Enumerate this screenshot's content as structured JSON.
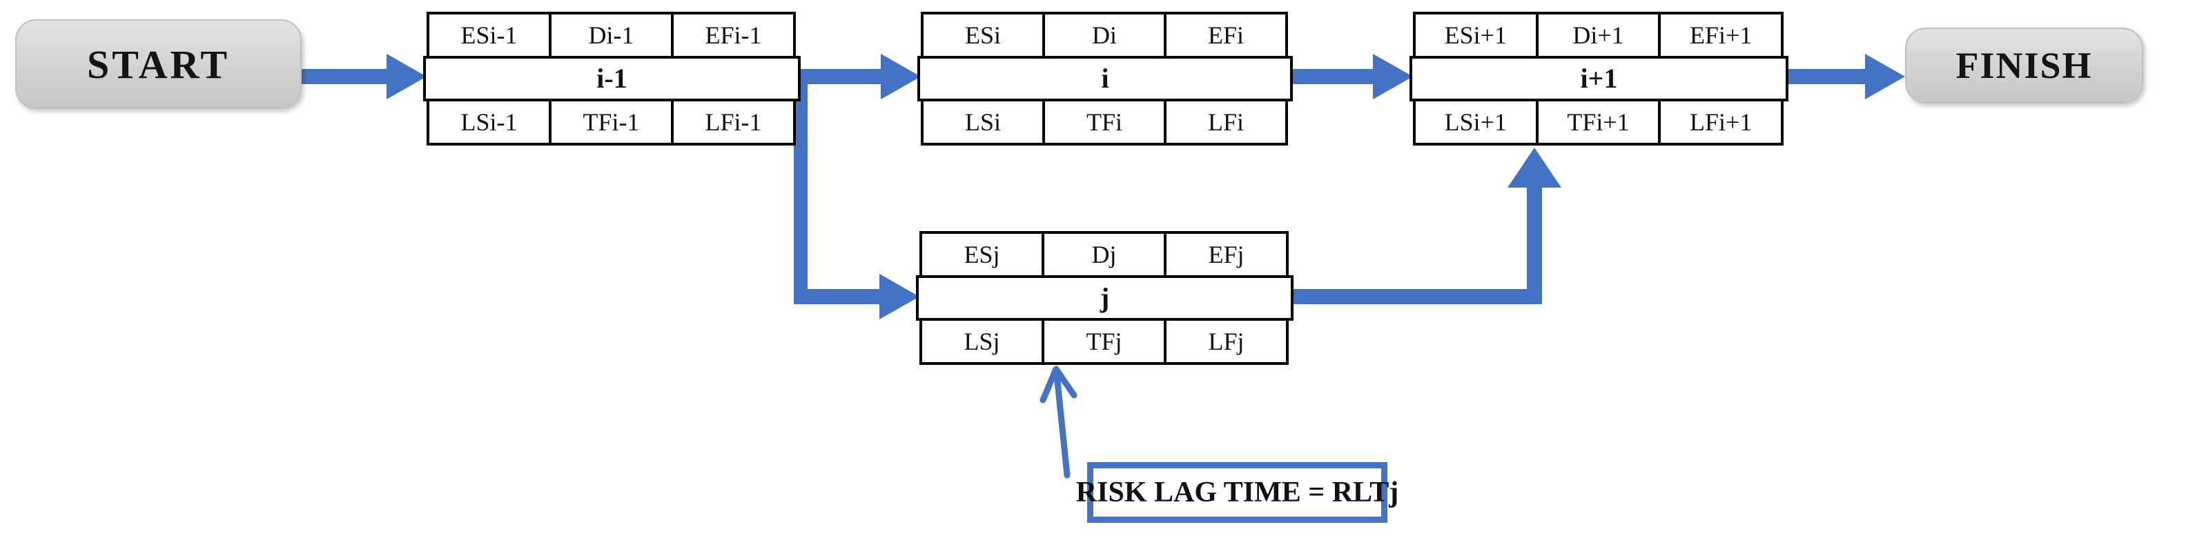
{
  "nodes": {
    "start": {
      "label": "START"
    },
    "finish": {
      "label": "FINISH"
    },
    "prev": {
      "top": [
        "ESi-1",
        "Di-1",
        "EFi-1"
      ],
      "middle": "i-1",
      "bottom": [
        "LSi-1",
        "TFi-1",
        "LFi-1"
      ]
    },
    "i": {
      "top": [
        "ESi",
        "Di",
        "EFi"
      ],
      "middle": "i",
      "bottom": [
        "LSi",
        "TFi",
        "LFi"
      ]
    },
    "j": {
      "top": [
        "ESj",
        "Dj",
        "EFj"
      ],
      "middle": "j",
      "bottom": [
        "LSj",
        "TFj",
        "LFj"
      ]
    },
    "next": {
      "top": [
        "ESi+1",
        "Di+1",
        "EFi+1"
      ],
      "middle": "i+1",
      "bottom": [
        "LSi+1",
        "TFi+1",
        "LFi+1"
      ]
    }
  },
  "annotation": {
    "risk_lag_label": "RISK LAG TIME = RLTj"
  },
  "edges": [
    {
      "from": "START",
      "to": "i-1"
    },
    {
      "from": "i-1",
      "to": "i"
    },
    {
      "from": "i-1",
      "to": "j"
    },
    {
      "from": "i",
      "to": "i+1"
    },
    {
      "from": "j",
      "to": "i+1"
    },
    {
      "from": "i+1",
      "to": "FINISH"
    },
    {
      "from": "RISK LAG TIME = RLTj",
      "to": "TFj"
    }
  ],
  "colors": {
    "arrow_blue": "#4472C4",
    "node_fill_grey": "#D2D2D2",
    "table_border": "#000000",
    "label_border_blue": "#4472C4"
  }
}
